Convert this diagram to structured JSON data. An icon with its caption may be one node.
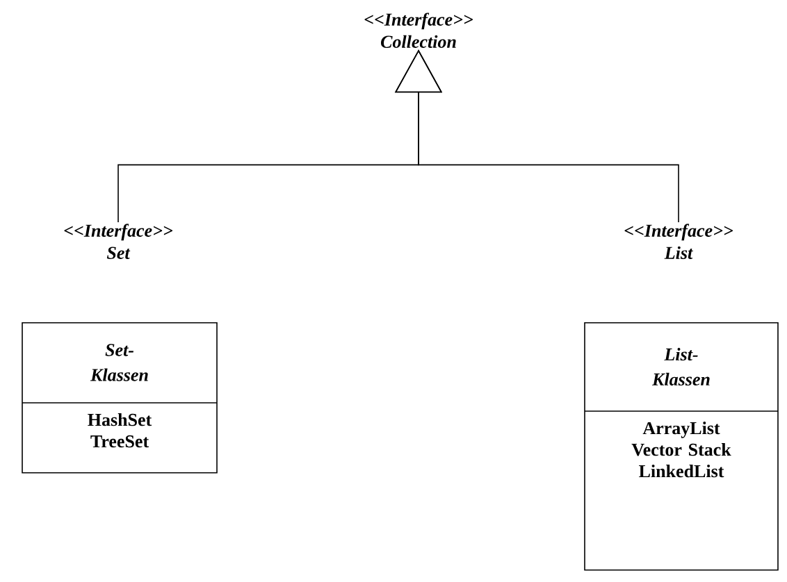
{
  "diagram": {
    "nodes": [
      {
        "text": [
          "<<Interface>>",
          "Collection"
        ]
      },
      {
        "text": [
          "<<Interface>>",
          "Set"
        ]
      },
      {
        "text": [
          "<<Interface>>",
          "List"
        ]
      },
      {
        "text": [
          "Set- Klassen",
          "HashSet TreeSet"
        ]
      },
      {
        "text": [
          "List- Klassen",
          "ArrayList Vector Stack LinkedList"
        ]
      }
    ],
    "edges": [
      {
        "from": 1,
        "to": 0,
        "arrow": "to"
      },
      {
        "from": 2,
        "to": 0,
        "arrow": "to"
      }
    ]
  }
}
